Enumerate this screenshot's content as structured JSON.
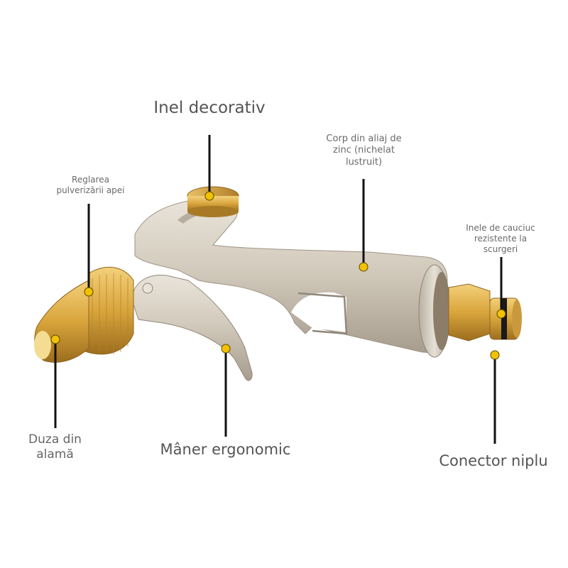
{
  "labels": {
    "decorative_ring": "Inel decorativ",
    "spray_adjust": "Reglarea\npulverizării apei",
    "zinc_body": "Corp din aliaj de\nzinc (nichelat\nlustruit)",
    "rubber_rings": "Inele de cauciuc\nrezistente la\nscurgeri",
    "brass_nozzle": "Duza din\nalamă",
    "ergonomic_handle": "Mâner ergonomic",
    "nipple_connector": "Conector niplu"
  },
  "colors": {
    "marker": "#f2c200",
    "leader_line": "#111111",
    "metal_body": "#cfc7ba",
    "brass": "#d4a43a",
    "text": "#555555"
  }
}
